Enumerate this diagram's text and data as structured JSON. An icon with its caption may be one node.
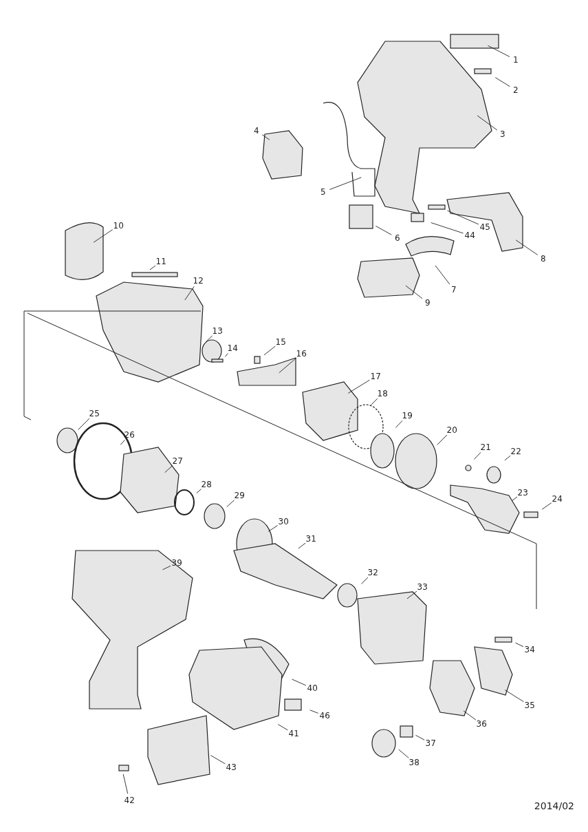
{
  "diagram": {
    "nodes": [
      {
        "text": [
          "1"
        ]
      },
      {
        "text": [
          "2"
        ]
      },
      {
        "text": [
          "3"
        ]
      },
      {
        "text": [
          "4"
        ]
      },
      {
        "text": [
          "5"
        ]
      },
      {
        "text": [
          "6"
        ]
      },
      {
        "text": [
          "7"
        ]
      },
      {
        "text": [
          "8"
        ]
      },
      {
        "text": [
          "9"
        ]
      },
      {
        "text": [
          "10"
        ]
      },
      {
        "text": [
          "11"
        ]
      },
      {
        "text": [
          "12"
        ]
      },
      {
        "text": [
          "13"
        ]
      },
      {
        "text": [
          "14"
        ]
      },
      {
        "text": [
          "15"
        ]
      },
      {
        "text": [
          "16"
        ]
      },
      {
        "text": [
          "17"
        ]
      },
      {
        "text": [
          "18"
        ]
      },
      {
        "text": [
          "19"
        ]
      },
      {
        "text": [
          "20"
        ]
      },
      {
        "text": [
          "21"
        ]
      },
      {
        "text": [
          "22"
        ]
      },
      {
        "text": [
          "23"
        ]
      },
      {
        "text": [
          "24"
        ]
      },
      {
        "text": [
          "25"
        ]
      },
      {
        "text": [
          "26"
        ]
      },
      {
        "text": [
          "27"
        ]
      },
      {
        "text": [
          "28"
        ]
      },
      {
        "text": [
          "29"
        ]
      },
      {
        "text": [
          "30"
        ]
      },
      {
        "text": [
          "31"
        ]
      },
      {
        "text": [
          "32"
        ]
      },
      {
        "text": [
          "33"
        ]
      },
      {
        "text": [
          "34"
        ]
      },
      {
        "text": [
          "35"
        ]
      },
      {
        "text": [
          "36"
        ]
      },
      {
        "text": [
          "37"
        ]
      },
      {
        "text": [
          "38"
        ]
      },
      {
        "text": [
          "39"
        ]
      },
      {
        "text": [
          "40"
        ]
      },
      {
        "text": [
          "41"
        ]
      },
      {
        "text": [
          "42"
        ]
      },
      {
        "text": [
          "43"
        ]
      },
      {
        "text": [
          "44"
        ]
      },
      {
        "text": [
          "45"
        ]
      },
      {
        "text": [
          "46"
        ]
      }
    ],
    "edges": [
      {
        "from": 0,
        "to": null,
        "arrow": "none"
      },
      {
        "from": 1,
        "to": null,
        "arrow": "none"
      },
      {
        "from": 2,
        "to": null,
        "arrow": "none"
      },
      {
        "from": 3,
        "to": null,
        "arrow": "none"
      },
      {
        "from": 4,
        "to": null,
        "arrow": "none"
      },
      {
        "from": 5,
        "to": null,
        "arrow": "none"
      },
      {
        "from": 6,
        "to": null,
        "arrow": "none"
      },
      {
        "from": 7,
        "to": null,
        "arrow": "none"
      },
      {
        "from": 8,
        "to": null,
        "arrow": "none"
      },
      {
        "from": 9,
        "to": null,
        "arrow": "none"
      },
      {
        "from": 10,
        "to": null,
        "arrow": "none"
      },
      {
        "from": 11,
        "to": null,
        "arrow": "none"
      },
      {
        "from": 12,
        "to": null,
        "arrow": "none"
      },
      {
        "from": 13,
        "to": null,
        "arrow": "none"
      },
      {
        "from": 14,
        "to": null,
        "arrow": "none"
      },
      {
        "from": 15,
        "to": null,
        "arrow": "none"
      },
      {
        "from": 16,
        "to": null,
        "arrow": "none"
      },
      {
        "from": 17,
        "to": null,
        "arrow": "none"
      },
      {
        "from": 18,
        "to": null,
        "arrow": "none"
      },
      {
        "from": 19,
        "to": null,
        "arrow": "none"
      },
      {
        "from": 20,
        "to": null,
        "arrow": "none"
      },
      {
        "from": 21,
        "to": null,
        "arrow": "none"
      },
      {
        "from": 22,
        "to": null,
        "arrow": "none"
      },
      {
        "from": 23,
        "to": null,
        "arrow": "none"
      },
      {
        "from": 24,
        "to": null,
        "arrow": "none"
      },
      {
        "from": 25,
        "to": null,
        "arrow": "none"
      },
      {
        "from": 26,
        "to": null,
        "arrow": "none"
      },
      {
        "from": 27,
        "to": null,
        "arrow": "none"
      },
      {
        "from": 28,
        "to": null,
        "arrow": "none"
      },
      {
        "from": 29,
        "to": null,
        "arrow": "none"
      },
      {
        "from": 30,
        "to": null,
        "arrow": "none"
      },
      {
        "from": 31,
        "to": null,
        "arrow": "none"
      },
      {
        "from": 32,
        "to": null,
        "arrow": "none"
      },
      {
        "from": 33,
        "to": null,
        "arrow": "none"
      },
      {
        "from": 34,
        "to": null,
        "arrow": "none"
      },
      {
        "from": 35,
        "to": null,
        "arrow": "none"
      },
      {
        "from": 36,
        "to": null,
        "arrow": "none"
      },
      {
        "from": 37,
        "to": null,
        "arrow": "none"
      },
      {
        "from": 38,
        "to": null,
        "arrow": "none"
      },
      {
        "from": 39,
        "to": null,
        "arrow": "none"
      },
      {
        "from": 40,
        "to": null,
        "arrow": "none"
      },
      {
        "from": 41,
        "to": null,
        "arrow": "none"
      },
      {
        "from": 42,
        "to": null,
        "arrow": "none"
      },
      {
        "from": 43,
        "to": null,
        "arrow": "none"
      },
      {
        "from": 44,
        "to": null,
        "arrow": "none"
      },
      {
        "from": 45,
        "to": null,
        "arrow": "none"
      }
    ],
    "labels": [
      "2014/02"
    ]
  }
}
